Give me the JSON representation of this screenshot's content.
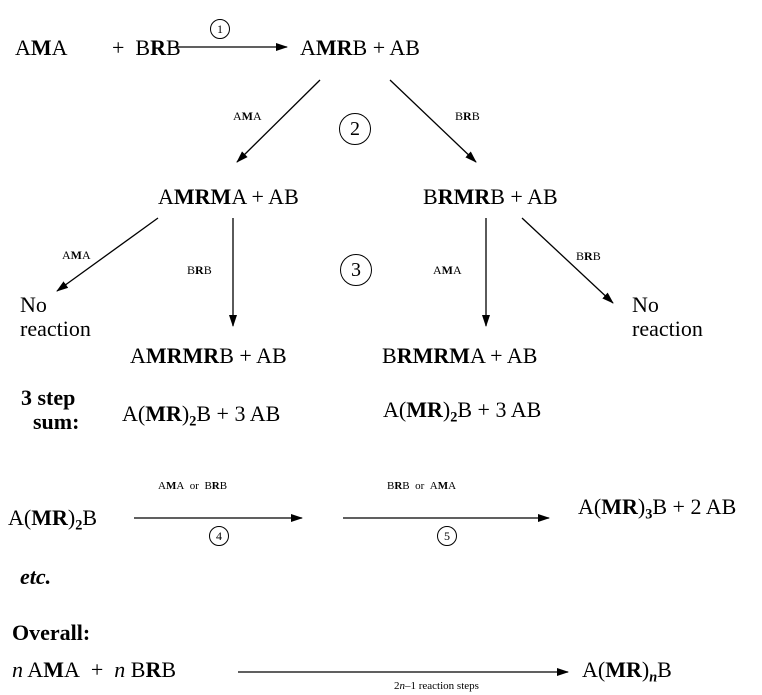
{
  "row1": {
    "reactant1": "AMA",
    "plus": "+",
    "reactant2": "BRB",
    "step": "1",
    "product": "AMRB + AB"
  },
  "step2": {
    "circle": "2",
    "left_reagent": "AMA",
    "right_reagent": "BRB",
    "left_product": "AMRMA + AB",
    "right_product": "BRMRB + AB"
  },
  "step3": {
    "circle": "3",
    "ll_reagent": "AMA",
    "ll_result_line1": "No",
    "ll_result_line2": "reaction",
    "lr_reagent": "BRB",
    "lr_product": "AMRMRB + AB",
    "rl_reagent": "AMA",
    "rl_product": "BRMRMA + AB",
    "rr_reagent": "BRB",
    "rr_result_line1": "No",
    "rr_result_line2": "reaction"
  },
  "sum": {
    "label_line1": "3 step",
    "label_line2": "sum:",
    "left": "A(MR)2B + 3 AB",
    "right": "A(MR)2B + 3 AB"
  },
  "chain": {
    "start": "A(MR)2B",
    "arrow4_label": "AMA or BRB",
    "circle4": "4",
    "arrow5_label": "BRB or AMA",
    "circle5": "5",
    "end": "A(MR)3B + 2 AB",
    "etc": "etc."
  },
  "overall": {
    "label": "Overall:",
    "left": "n AMA + n BRB",
    "steps": "2n–1 reaction steps",
    "product": "A(MR)nB"
  }
}
